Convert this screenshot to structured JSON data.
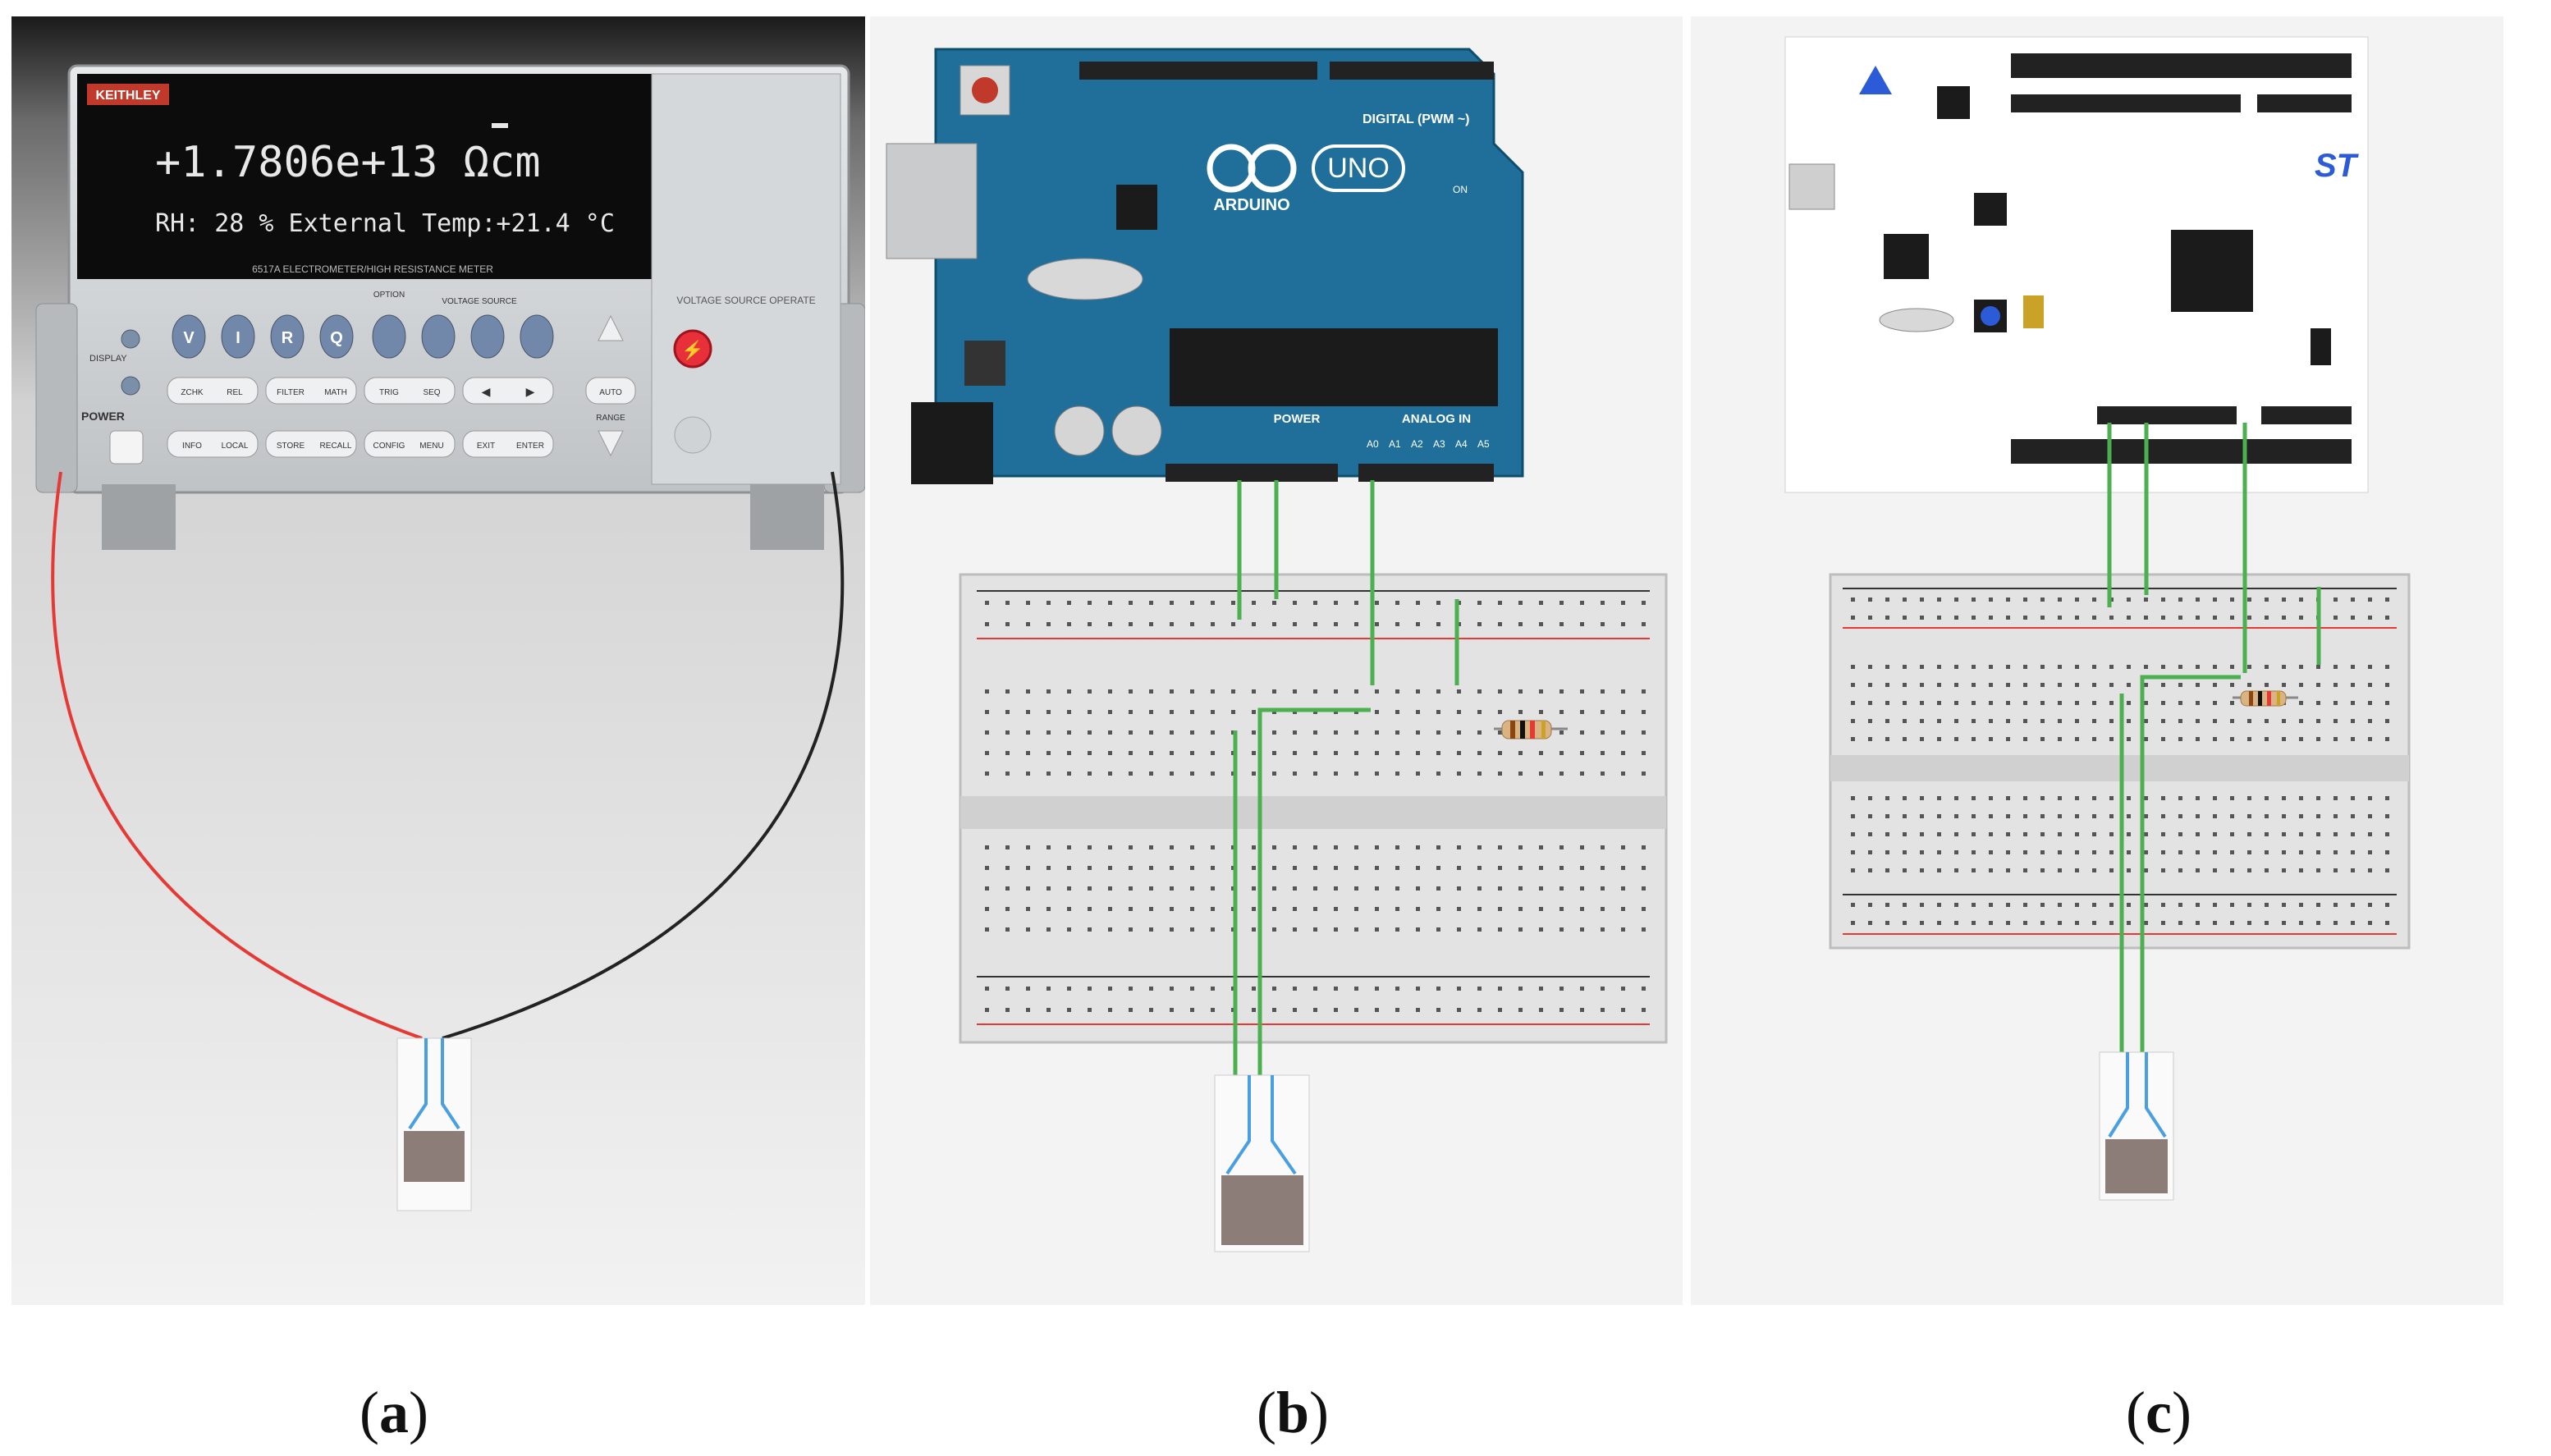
{
  "panels": [
    {
      "id": "a",
      "caption": "a"
    },
    {
      "id": "b",
      "caption": "b"
    },
    {
      "id": "c",
      "caption": "c"
    }
  ],
  "meter": {
    "brand": "KEITHLEY",
    "reading": "+1.7806e+13 Ωcm",
    "status": "RH: 28 %  External Temp:+21.4 °C",
    "model": "6517A  ELECTROMETER/HIGH RESISTANCE METER",
    "power_label": "POWER",
    "display_label": "DISPLAY",
    "voltage_label": "VOLTAGE SOURCE OPERATE",
    "function_keys": [
      "V",
      "I",
      "R",
      "Q"
    ],
    "option_label": "OPTION",
    "vsource_label": "VOLTAGE SOURCE",
    "soft_keys": [
      "ZCHK",
      "REL",
      "FILTER",
      "MATH",
      "TRIG",
      "SEQ",
      "INFO",
      "LOCAL",
      "STORE",
      "RECALL",
      "CONFIG",
      "MENU",
      "EXIT",
      "ENTER"
    ],
    "range_keys": [
      "AUTO",
      "RANGE"
    ]
  },
  "arduino": {
    "logo": "ARDUINO",
    "model": "UNO",
    "digital_label": "DIGITAL (PWM ~)",
    "power_label": "POWER",
    "analog_label": "ANALOG IN",
    "analog_pins": [
      "A0",
      "A1",
      "A2",
      "A3",
      "A4",
      "A5"
    ],
    "on_label": "ON"
  },
  "stboard": {
    "logo": "ST"
  },
  "colors": {
    "wire_green": "#4caf50",
    "lead_red": "#e53935",
    "lead_black": "#222222",
    "arduino_blue": "#1f6f9a",
    "electrode_blue": "#4a9fe0"
  }
}
